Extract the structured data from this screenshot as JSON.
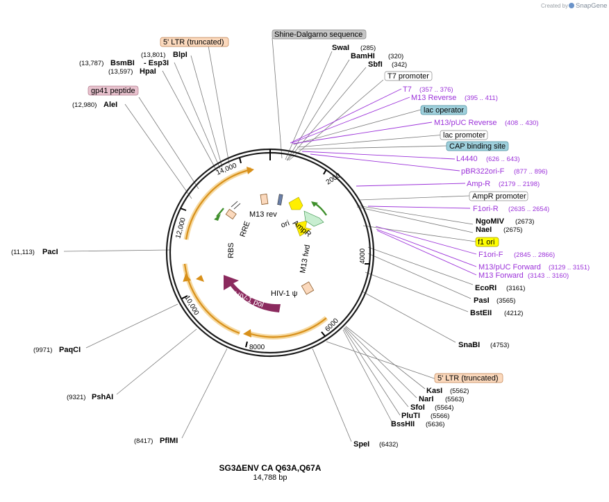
{
  "branding": {
    "created_by": "Created by",
    "product": "SnapGene"
  },
  "plasmid": {
    "name": "SG3ΔENV CA Q63A,Q67A",
    "size_text": "14,788 bp"
  },
  "colors": {
    "primer": "#9b30d9",
    "orf": "#e3a020",
    "pol": "#8b2a5e",
    "ltr_box": "#fbd9bd",
    "gp41_box": "#e8c2ce",
    "sd_box": "#c5c5c5",
    "lac_op_box": "#9fd0dc",
    "f1_box": "#ffff00"
  },
  "ticks": [
    "2000",
    "4000",
    "6000",
    "8000",
    "10,000",
    "12,000",
    "14,000"
  ],
  "inner_labels": [
    "M13 rev",
    "ori",
    "AmpR",
    "M13 fwd",
    "HIV-1 ψ",
    "HIV-1 pol",
    "RBS",
    "RRE"
  ],
  "enzymes_right": [
    {
      "name": "SwaI",
      "pos": "(285)"
    },
    {
      "name": "BamHI",
      "pos": "(320)"
    },
    {
      "name": "SbfI",
      "pos": "(342)"
    },
    {
      "name": "NgoMIV",
      "pos": "(2673)"
    },
    {
      "name": "NaeI",
      "pos": "(2675)"
    },
    {
      "name": "EcoRI",
      "pos": "(3161)"
    },
    {
      "name": "PasI",
      "pos": "(3565)"
    },
    {
      "name": "BstEII",
      "pos": "(4212)"
    },
    {
      "name": "SnaBI",
      "pos": "(4753)"
    },
    {
      "name": "KasI",
      "pos": "(5562)"
    },
    {
      "name": "NarI",
      "pos": "(5563)"
    },
    {
      "name": "SfoI",
      "pos": "(5564)"
    },
    {
      "name": "PluTI",
      "pos": "(5566)"
    },
    {
      "name": "BssHII",
      "pos": "(5636)"
    },
    {
      "name": "SpeI",
      "pos": "(6432)"
    }
  ],
  "enzymes_left": [
    {
      "name": "BlpI",
      "pos": "(13,801)"
    },
    {
      "name": "BsmBI",
      "pos": "(13,787)"
    },
    {
      "name": "- Esp3I",
      "pos": ""
    },
    {
      "name": "HpaI",
      "pos": "(13,597)"
    },
    {
      "name": "AleI",
      "pos": "(12,980)"
    },
    {
      "name": "PacI",
      "pos": "(11,113)"
    },
    {
      "name": "PaqCI",
      "pos": "(9971)"
    },
    {
      "name": "PshAI",
      "pos": "(9321)"
    },
    {
      "name": "PflMI",
      "pos": "(8417)"
    }
  ],
  "features": [
    {
      "name": "5' LTR (truncated)",
      "style": "ltr"
    },
    {
      "name": "Shine-Dalgarno sequence",
      "style": "sd"
    },
    {
      "name": "T7 promoter",
      "style": "plain"
    },
    {
      "name": "lac operator",
      "style": "lacop"
    },
    {
      "name": "lac promoter",
      "style": "plain"
    },
    {
      "name": "CAP binding site",
      "style": "lacop"
    },
    {
      "name": "AmpR promoter",
      "style": "plain"
    },
    {
      "name": "f1 ori",
      "style": "f1"
    },
    {
      "name": "gp41 peptide",
      "style": "gp41"
    },
    {
      "name": "5' LTR (truncated)",
      "style": "ltr"
    }
  ],
  "primers": [
    {
      "name": "T7",
      "pos": "(357 .. 376)"
    },
    {
      "name": "M13 Reverse",
      "pos": "(395 .. 411)"
    },
    {
      "name": "M13/pUC Reverse",
      "pos": "(408 .. 430)"
    },
    {
      "name": "L4440",
      "pos": "(626 .. 643)"
    },
    {
      "name": "pBR322ori-F",
      "pos": "(877 .. 896)"
    },
    {
      "name": "Amp-R",
      "pos": "(2179 .. 2198)"
    },
    {
      "name": "F1ori-R",
      "pos": "(2635 .. 2654)"
    },
    {
      "name": "F1ori-F",
      "pos": "(2845 .. 2866)"
    },
    {
      "name": "M13/pUC Forward",
      "pos": "(3129 .. 3151)"
    },
    {
      "name": "M13 Forward",
      "pos": "(3143 .. 3160)"
    }
  ]
}
